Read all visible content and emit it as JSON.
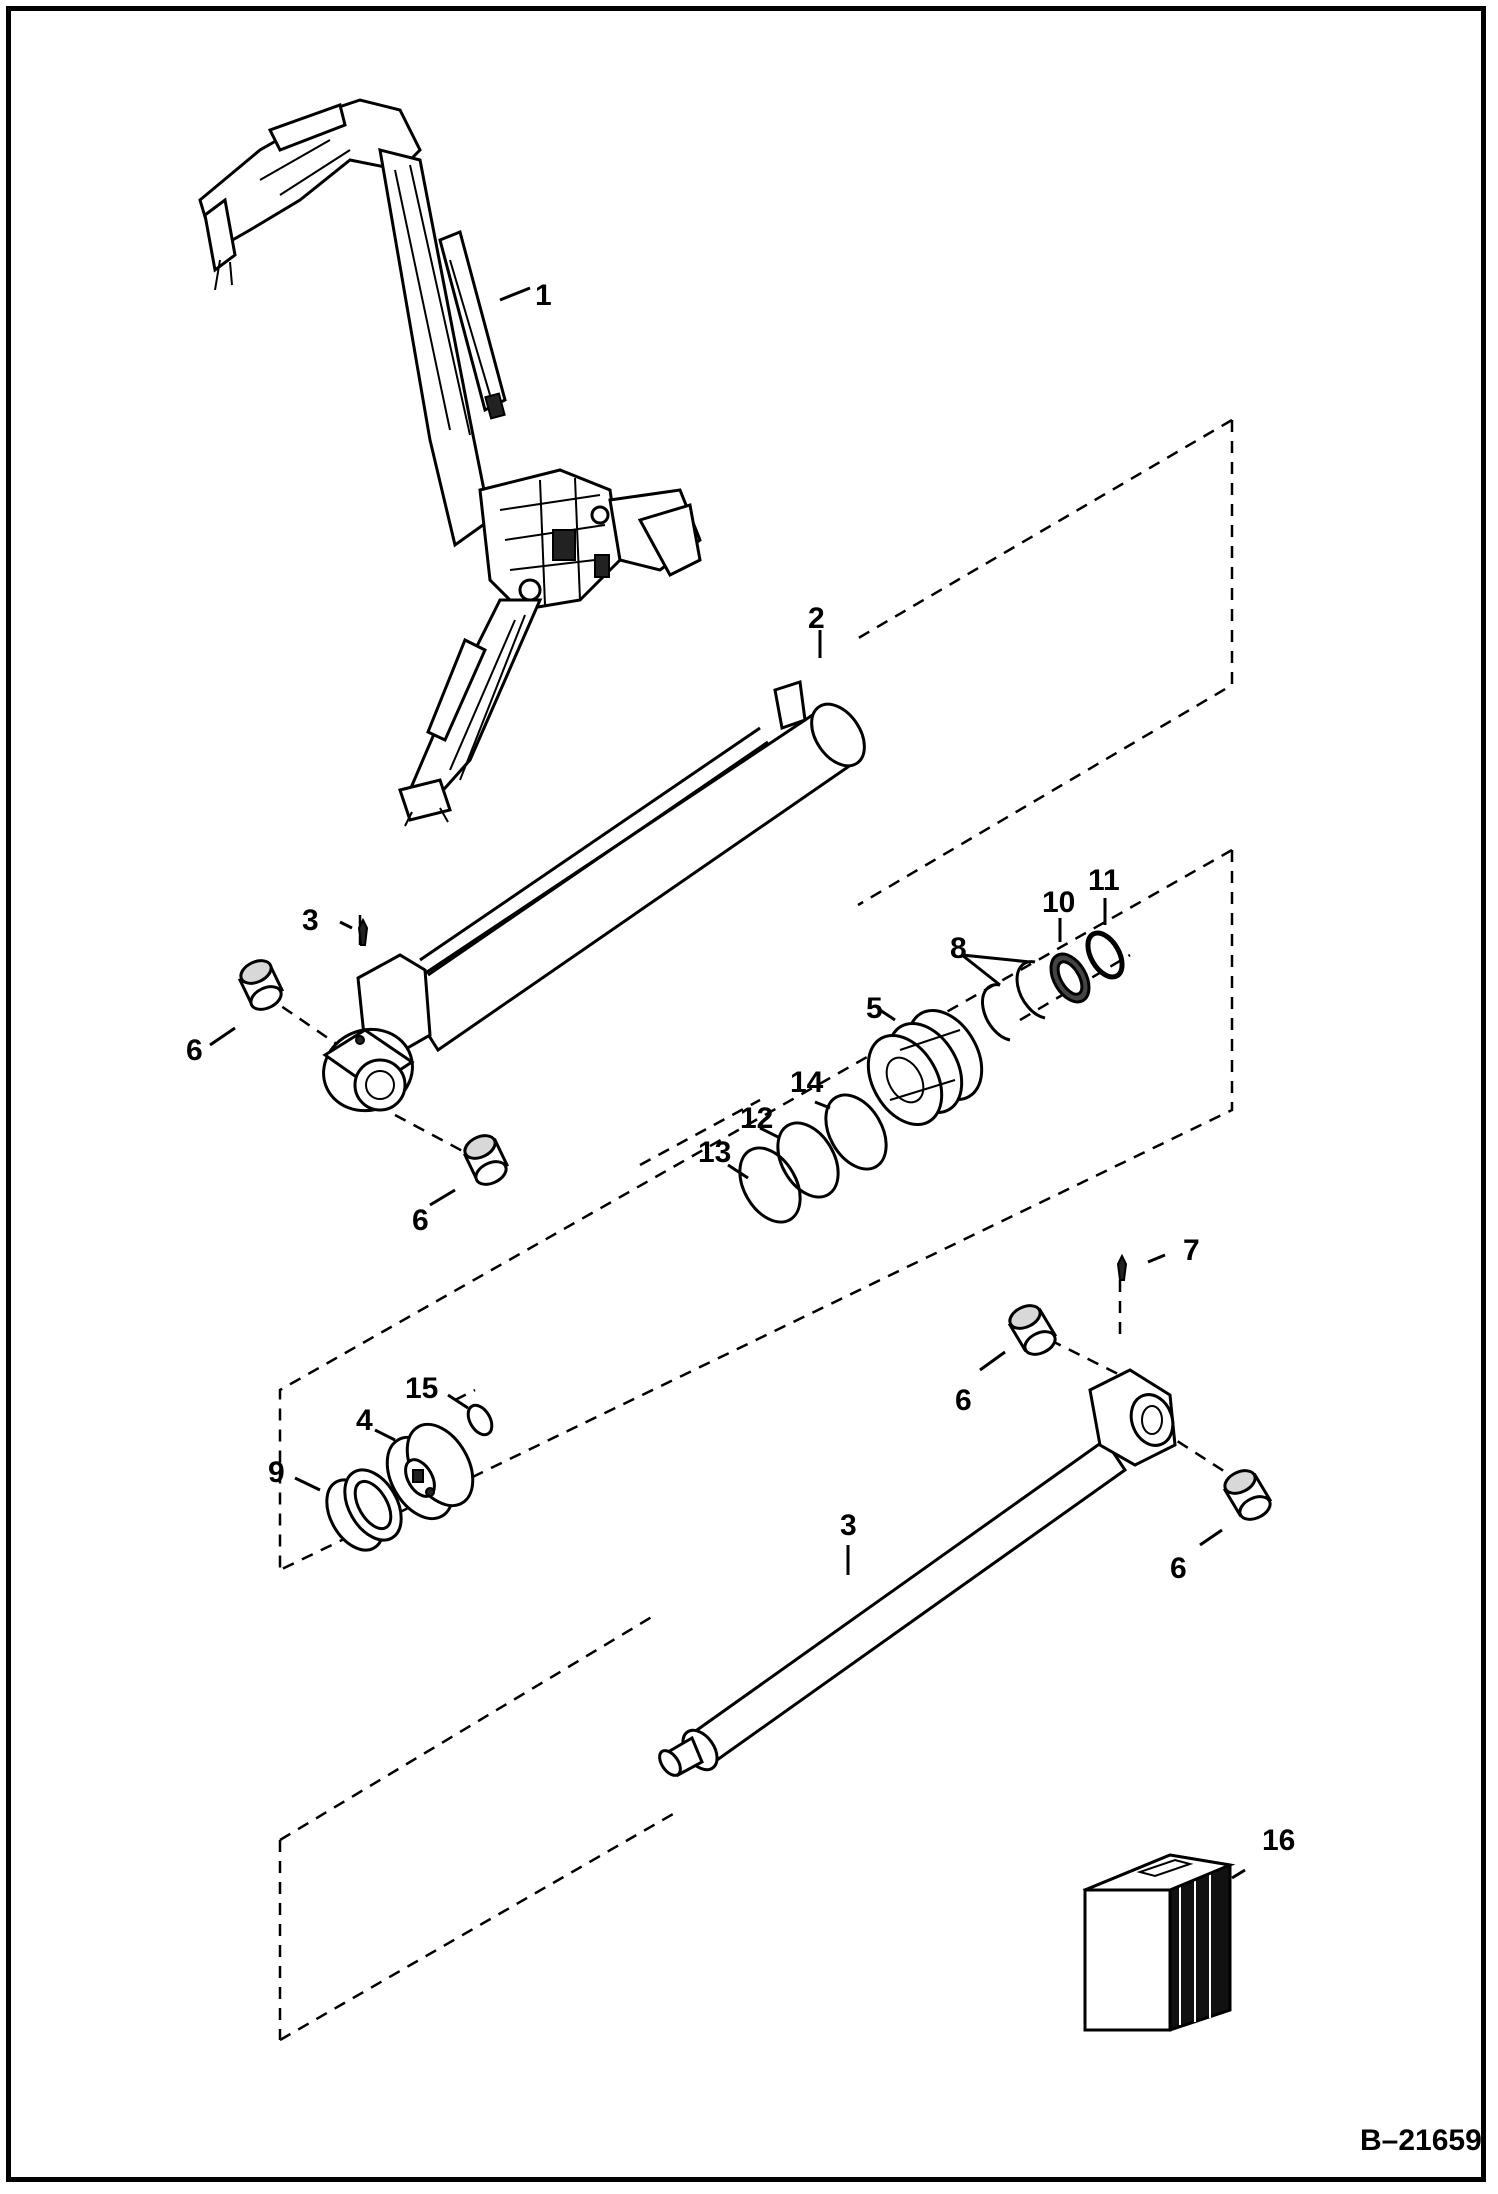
{
  "figure_ref": "B–21659",
  "callouts": [
    {
      "id": "c1",
      "label": "1"
    },
    {
      "id": "c2",
      "label": "2"
    },
    {
      "id": "c3a",
      "label": "3"
    },
    {
      "id": "c3b",
      "label": "3"
    },
    {
      "id": "c4",
      "label": "4"
    },
    {
      "id": "c5",
      "label": "5"
    },
    {
      "id": "c6a",
      "label": "6"
    },
    {
      "id": "c6b",
      "label": "6"
    },
    {
      "id": "c6c",
      "label": "6"
    },
    {
      "id": "c6d",
      "label": "6"
    },
    {
      "id": "c7",
      "label": "7"
    },
    {
      "id": "c8",
      "label": "8"
    },
    {
      "id": "c9",
      "label": "9"
    },
    {
      "id": "c10",
      "label": "10"
    },
    {
      "id": "c11",
      "label": "11"
    },
    {
      "id": "c12",
      "label": "12"
    },
    {
      "id": "c13",
      "label": "13"
    },
    {
      "id": "c14",
      "label": "14"
    },
    {
      "id": "c15",
      "label": "15"
    },
    {
      "id": "c16",
      "label": "16"
    }
  ]
}
